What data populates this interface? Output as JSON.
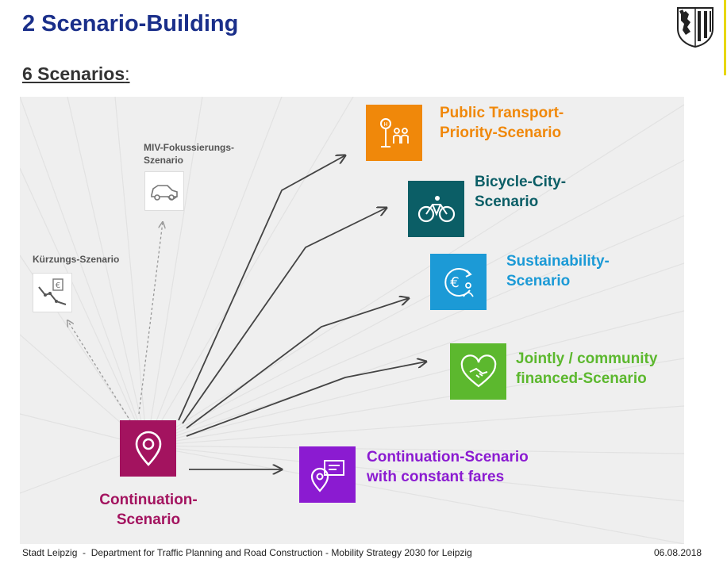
{
  "header": {
    "title": "2 Scenario-Building",
    "subtitle_main": "6 Scenarios",
    "subtitle_colon": ":"
  },
  "diagram": {
    "origin": {
      "label_line1": "Continuation-",
      "label_line2": "Scenario",
      "color": "#a3135f",
      "icon": "location-pin-icon"
    },
    "side_scenarios": [
      {
        "label_line1": "MIV-Fokussierungs-",
        "label_line2": "Szenario",
        "icon": "car-icon"
      },
      {
        "label_line1": "Kürzungs-Szenario",
        "icon": "cost-decline-icon"
      }
    ],
    "scenarios": [
      {
        "label_line1": "Public Transport-",
        "label_line2": "Priority-Scenario",
        "color": "#f0880a",
        "icon": "bus-stop-people-icon"
      },
      {
        "label_line1": "Bicycle-City-",
        "label_line2": "Scenario",
        "color": "#0b5e66",
        "icon": "bicycle-icon"
      },
      {
        "label_line1": "Sustainability-",
        "label_line2": "Scenario",
        "color": "#1c9ad6",
        "icon": "euro-cycle-person-icon"
      },
      {
        "label_line1": "Jointly / community",
        "label_line2": "financed-Scenario",
        "color": "#5cb82e",
        "icon": "handshake-heart-icon"
      },
      {
        "label_line1": "Continuation-Scenario",
        "label_line2": "with constant fares",
        "color": "#8b1bd1",
        "icon": "ticket-location-icon"
      }
    ]
  },
  "footer": {
    "left": "Stadt Leipzig  -  Department for Traffic Planning and Road Construction - Mobility Strategy 2030 for Leipzig",
    "date": "06.08.2018"
  }
}
